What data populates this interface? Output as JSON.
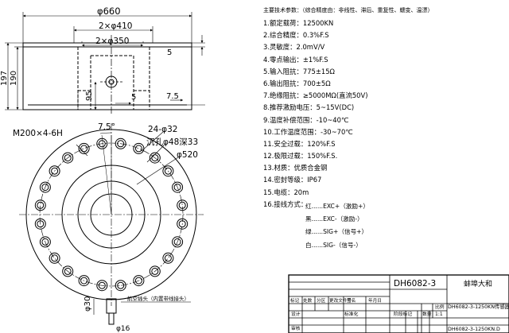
{
  "dims": {
    "overall_width": "φ660",
    "bolt_circle": "2×φ410",
    "inner_circle": "2×φ350",
    "height_total": "197",
    "height_body": "190",
    "step_top": "5",
    "inner_depth": "95",
    "center_step": "5",
    "chamfer": "7.5",
    "tap": "M200×4-6H",
    "angle": "7.5°",
    "holes": "24-φ32",
    "counterbore": "沉孔φ48深33",
    "flange_dia": "φ520",
    "cable_dia": "φ30",
    "plug_dia": "φ16"
  },
  "annotations": {
    "cable_note": "航空插头（内置带线接头）"
  },
  "spec": {
    "title": "主要技术参数：（综合精度由：非线性、滞后、重复性、蠕变、温漂）",
    "items": [
      "1.额定载荷：12500KN",
      "2.综合精度：0.3%F.S",
      "3.灵敏度：2.0mV/V",
      "4.零点输出：±1%F.S",
      "5.输入阻抗：775±15Ω",
      "6.输出阻抗：700±5Ω",
      "7.绝缘阻抗：≥5000MΩ(直流50V)",
      "8.推荐激励电压：5~15V(DC)",
      "9.温度补偿范围：-10~40℃",
      "10.工作温度范围：-30~70℃",
      "11.安全过载：120%F.S",
      "12.极限过载：150%F.S.",
      "13.材质：优质合金钢",
      "14.密封等级：IP67",
      "15.电缆：20m",
      "16.接线方式："
    ],
    "wiring": [
      "红......EXC+（激励+）",
      "黑......EXC-（激励-）",
      "绿......SIG+（信号+）",
      "白......SIG-（信号-）"
    ]
  },
  "title_block": {
    "model": "DH6082-3",
    "company": "蚌埠大和",
    "drawing_name": "DH6082-3-1250KN传感器",
    "drawing_no": "DH6082-3-1250KN.D",
    "headers": [
      "标记",
      "处数",
      "分区",
      "更改文件号",
      "签名",
      "年月日"
    ],
    "row_labels": [
      "设计",
      "标准化",
      "审核"
    ],
    "stage_label": "阶段标记",
    "weight_label": "数量",
    "scale_label": "比例",
    "scale_value": "1:1"
  }
}
